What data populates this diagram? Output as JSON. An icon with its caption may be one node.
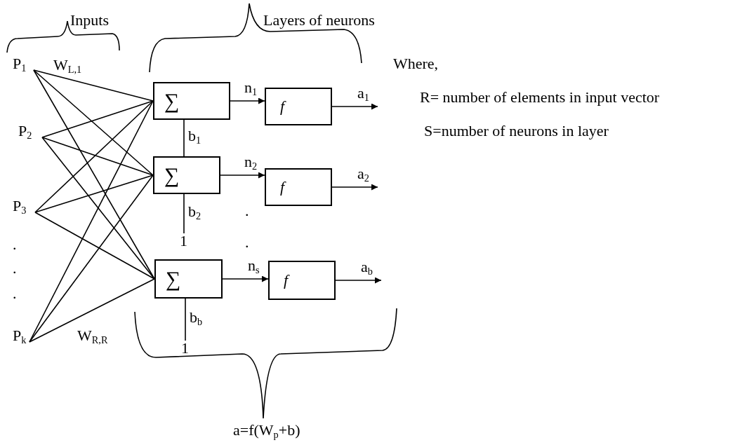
{
  "diagram": {
    "nodes": [
      {
        "text": [
          "P$_{1}$"
        ]
      },
      {
        "text": [
          "P$_{2}$"
        ]
      },
      {
        "text": [
          "P$_{3}$"
        ]
      },
      {
        "text": [
          "P$_{k}$"
        ]
      },
      {
        "text": [
          "∑"
        ]
      },
      {
        "text": [
          "∑"
        ]
      },
      {
        "text": [
          "∑"
        ]
      },
      {
        "text": [
          "f"
        ]
      },
      {
        "text": [
          "f"
        ]
      },
      {
        "text": [
          "f"
        ]
      },
      {
        "text": [
          "1"
        ]
      },
      {
        "text": [
          "1"
        ]
      }
    ],
    "edges": [
      {
        "from": 0,
        "to": 4,
        "arrow": "none"
      },
      {
        "from": 0,
        "to": 5,
        "arrow": "none"
      },
      {
        "from": 0,
        "to": 6,
        "arrow": "none"
      },
      {
        "from": 1,
        "to": 4,
        "arrow": "none"
      },
      {
        "from": 1,
        "to": 5,
        "arrow": "none"
      },
      {
        "from": 1,
        "to": 6,
        "arrow": "none"
      },
      {
        "from": 2,
        "to": 4,
        "arrow": "none"
      },
      {
        "from": 2,
        "to": 5,
        "arrow": "none"
      },
      {
        "from": 2,
        "to": 6,
        "arrow": "none"
      },
      {
        "from": 3,
        "to": 4,
        "arrow": "none"
      },
      {
        "from": 3,
        "to": 5,
        "arrow": "none"
      },
      {
        "from": 3,
        "to": 6,
        "arrow": "none"
      },
      {
        "from": 4,
        "to": 5,
        "arrow": "none",
        "label": "b$_{1}$"
      },
      {
        "from": 4,
        "to": 7,
        "arrow": "to",
        "label": "n$_{1}$"
      },
      {
        "from": 7,
        "to": null,
        "arrow": "to",
        "label": "a$_{1}$"
      },
      {
        "from": 5,
        "to": 10,
        "arrow": "none",
        "label": "b$_{2}$"
      },
      {
        "from": 5,
        "to": 8,
        "arrow": "to",
        "label": "n$_{2}$"
      },
      {
        "from": 8,
        "to": null,
        "arrow": "to",
        "label": "a$_{2}$"
      },
      {
        "from": 6,
        "to": 11,
        "arrow": "none",
        "label": "b$_{b}$"
      },
      {
        "from": 6,
        "to": 9,
        "arrow": "to",
        "label": "n$_{s}$"
      },
      {
        "from": 9,
        "to": null,
        "arrow": "to",
        "label": "a$_{b}$"
      }
    ],
    "labels": [
      "Inputs",
      "Layers of neurons",
      "W$_{L,1}$",
      "Where,",
      "R= number of elements in input vector",
      "S=number of neurons in layer",
      ".",
      ".",
      ".",
      ".",
      ".",
      "W$_{R,R}$",
      "a=f(W$_{p}$+b)"
    ]
  }
}
